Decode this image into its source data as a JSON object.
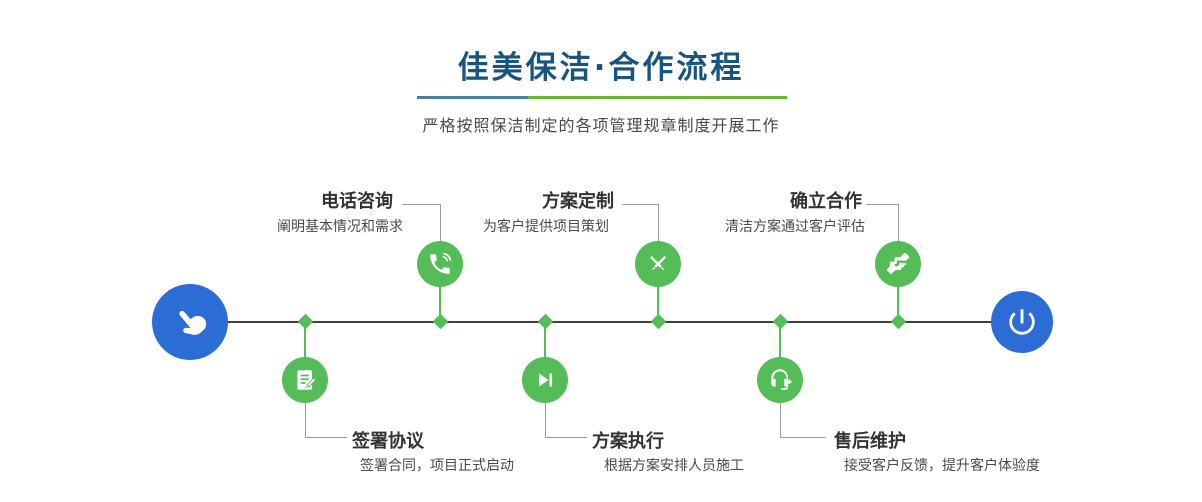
{
  "header": {
    "title": "佳美保洁·合作流程",
    "subtitle": "严格按照保洁制定的各项管理规章制度开展工作"
  },
  "process": {
    "start": {
      "icon": "pointing-hand-icon"
    },
    "end": {
      "icon": "power-icon"
    },
    "top_steps": [
      {
        "title": "电话咨询",
        "desc": "阐明基本情况和需求",
        "icon": "phone-icon"
      },
      {
        "title": "方案定制",
        "desc": "为客户提供项目策划",
        "icon": "pencil-design-icon"
      },
      {
        "title": "确立合作",
        "desc": "清洁方案通过客户评估",
        "icon": "handshake-icon"
      }
    ],
    "bottom_steps": [
      {
        "title": "签署协议",
        "desc": "签署合同，项目正式启动",
        "icon": "contract-sign-icon"
      },
      {
        "title": "方案执行",
        "desc": "根据方案安排人员施工",
        "icon": "play-execute-icon"
      },
      {
        "title": "售后维护",
        "desc": "接受客户反馈，提升客户体验度",
        "icon": "headset-support-icon"
      }
    ]
  },
  "colors": {
    "accent_green": "#55bd57",
    "accent_blue": "#2b6cd5",
    "title_navy": "#17547e",
    "line_dark": "#3f3f3f",
    "connector_gray": "#9a9a9a"
  }
}
